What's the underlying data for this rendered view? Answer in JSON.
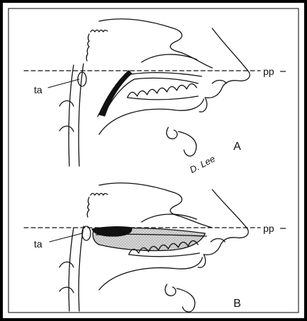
{
  "figure": {
    "panels": [
      {
        "label": "A",
        "tube_label": "ta",
        "line_label": "pp"
      },
      {
        "label": "B",
        "tube_label": "ta",
        "line_label": "pp"
      }
    ],
    "signature": "D. Lee"
  }
}
